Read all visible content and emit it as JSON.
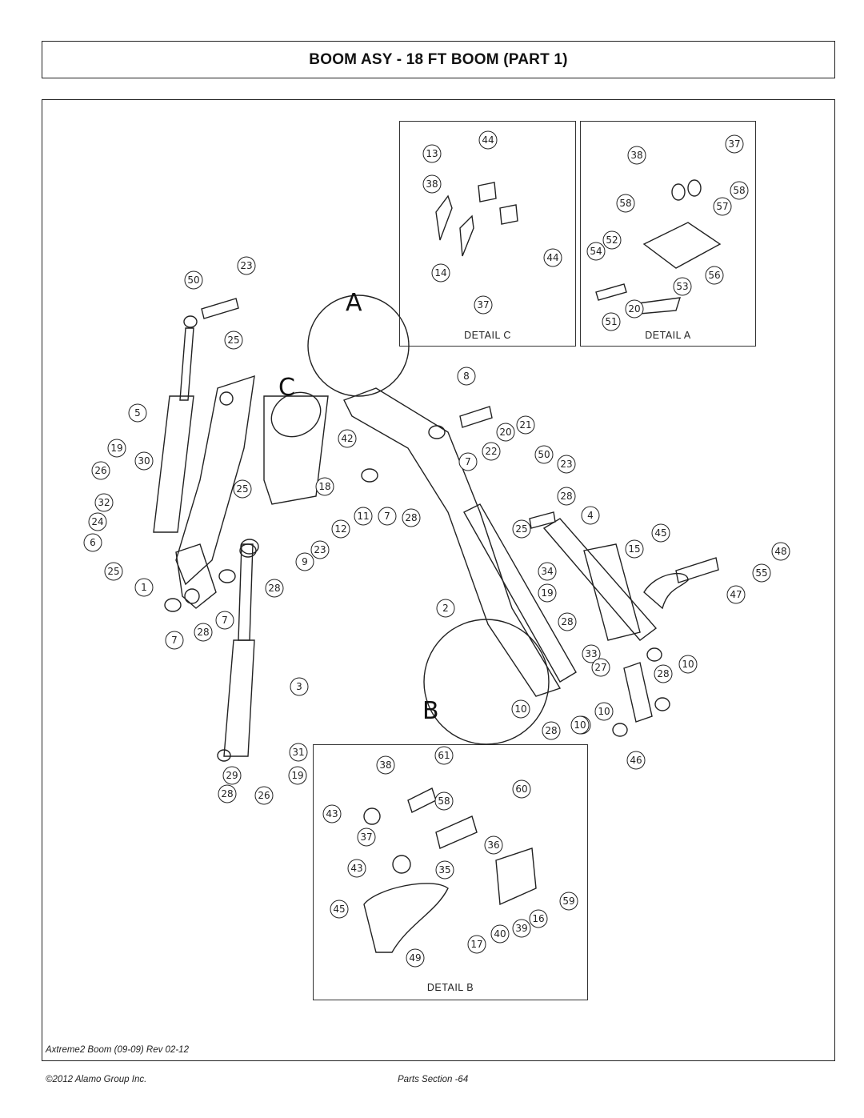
{
  "page": {
    "title": "BOOM ASY - 18 FT BOOM (PART 1)",
    "doc_revision": "Axtreme2 Boom (09-09) Rev 02-12",
    "copyright": "©2012 Alamo Group Inc.",
    "page_label": "Parts Section -64"
  },
  "details": {
    "c_label": "DETAIL C",
    "a_label": "DETAIL A",
    "b_label": "DETAIL B"
  },
  "view_letters": {
    "a": "A",
    "b": "B",
    "c": "C"
  },
  "callouts": {
    "main": [
      "50",
      "23",
      "25",
      "5",
      "19",
      "30",
      "26",
      "32",
      "24",
      "6",
      "25",
      "1",
      "7",
      "28",
      "7",
      "25",
      "28",
      "9",
      "23",
      "3",
      "31",
      "29",
      "19",
      "28",
      "26",
      "42",
      "18",
      "12",
      "11",
      "7",
      "28",
      "8",
      "21",
      "20",
      "22",
      "7",
      "50",
      "23",
      "28",
      "25",
      "4",
      "45",
      "15",
      "48",
      "55",
      "34",
      "19",
      "47",
      "2",
      "28",
      "33",
      "27",
      "28",
      "10",
      "10",
      "46",
      "10",
      "28",
      "10",
      "46"
    ],
    "detail_c": [
      "13",
      "44",
      "38",
      "14",
      "44",
      "37"
    ],
    "detail_a": [
      "38",
      "37",
      "58",
      "58",
      "57",
      "54",
      "52",
      "56",
      "53",
      "20",
      "51"
    ],
    "detail_b": [
      "38",
      "61",
      "60",
      "43",
      "58",
      "37",
      "36",
      "43",
      "35",
      "59",
      "45",
      "16",
      "39",
      "40",
      "17",
      "49"
    ]
  }
}
